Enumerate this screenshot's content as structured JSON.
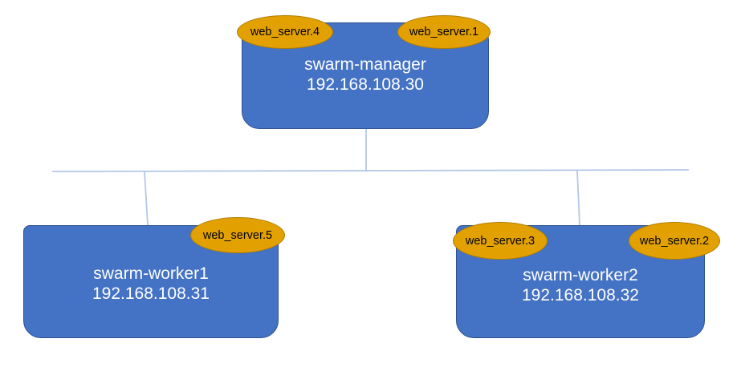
{
  "nodes": {
    "manager": {
      "name": "swarm-manager",
      "ip": "192.168.108.30",
      "tasks": [
        "web_server.4",
        "web_server.1"
      ]
    },
    "worker1": {
      "name": "swarm-worker1",
      "ip": "192.168.108.31",
      "tasks": [
        "web_server.5"
      ]
    },
    "worker2": {
      "name": "swarm-worker2",
      "ip": "192.168.108.32",
      "tasks": [
        "web_server.3",
        "web_server.2"
      ]
    }
  },
  "colors": {
    "node_fill": "#4472c4",
    "node_border": "#2f528f",
    "task_fill": "#e2a100",
    "connector": "#b4c7e7"
  }
}
